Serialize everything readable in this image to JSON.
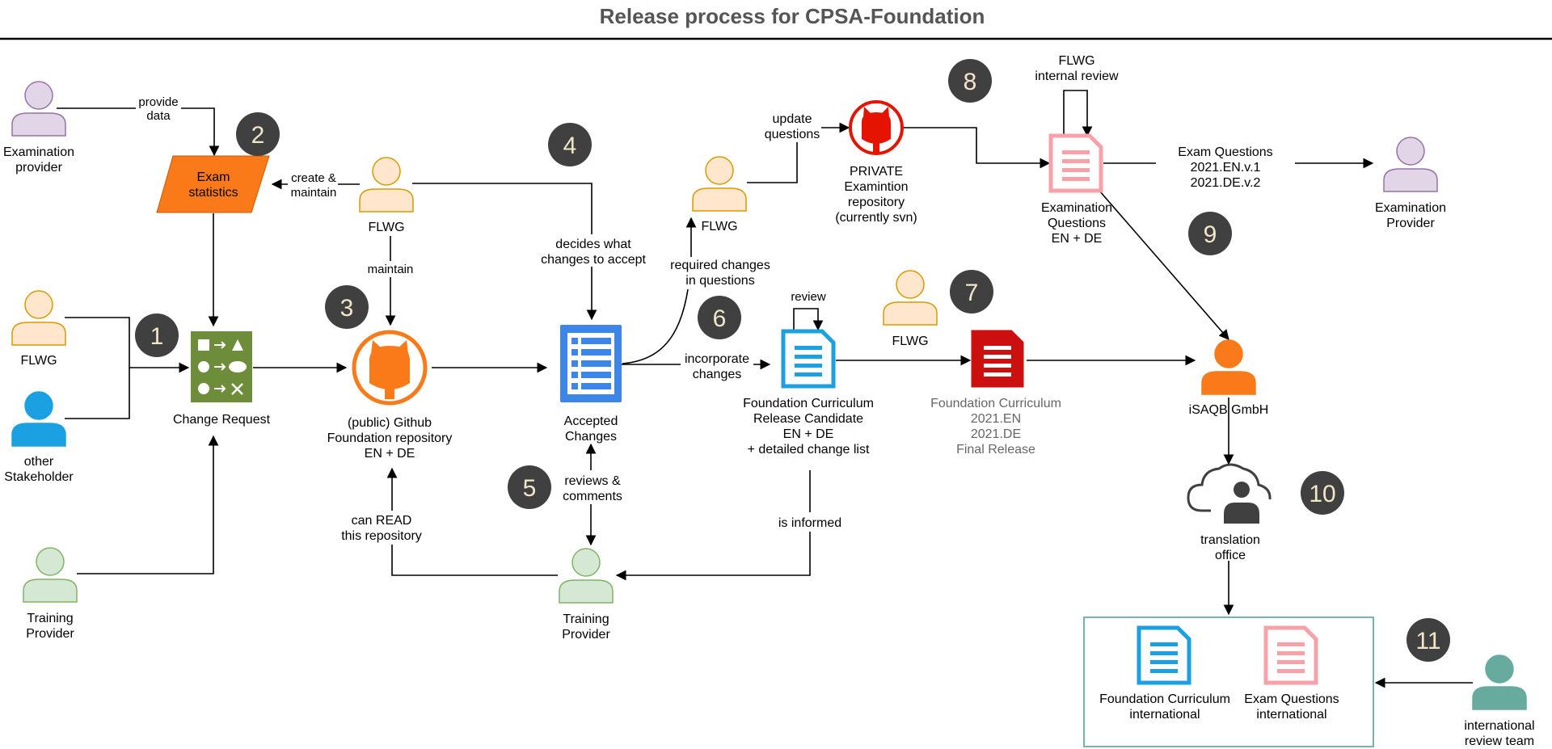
{
  "title": "Release process for CPSA-Foundation",
  "actors": {
    "exam_provider_top": [
      "Examination",
      "provider"
    ],
    "flwg_left": [
      "FLWG"
    ],
    "other_stakeholder": [
      "other",
      "Stakeholder"
    ],
    "training_provider_left": [
      "Training",
      "Provider"
    ],
    "flwg_mid": [
      "FLWG"
    ],
    "flwg_q": [
      "FLWG"
    ],
    "flwg_final": [
      "FLWG"
    ],
    "training_provider_mid": [
      "Training",
      "Provider"
    ],
    "isaqb": [
      "iSAQB GmbH"
    ],
    "exam_provider_right": [
      "Examination",
      "Provider"
    ],
    "intl_review": [
      "international",
      "review team"
    ]
  },
  "nodes": {
    "exam_statistics": [
      "Exam",
      "statistics"
    ],
    "change_request": [
      "Change Request"
    ],
    "github_repo": [
      "(public) Github",
      "Foundation repository",
      "EN + DE"
    ],
    "accepted_changes": [
      "Accepted",
      "Changes"
    ],
    "private_repo": [
      "PRIVATE",
      "Examintion",
      "repository",
      "(currently svn)"
    ],
    "exam_questions": [
      "Examination",
      "Questions",
      "EN + DE"
    ],
    "release_candidate": [
      "Foundation Curriculum",
      "Release Candidate",
      "EN + DE",
      "+ detailed change list"
    ],
    "final_release": [
      "Foundation Curriculum",
      "2021.EN",
      "2021.DE",
      "Final Release"
    ],
    "translation_office": [
      "translation",
      "office"
    ],
    "fc_international": [
      "Foundation Curriculum",
      "international"
    ],
    "eq_international": [
      "Exam Questions",
      "international"
    ]
  },
  "edge_labels": {
    "provide_data": [
      "provide",
      "data"
    ],
    "create_maintain": [
      "create &",
      "maintain"
    ],
    "maintain": [
      "maintain"
    ],
    "decides": [
      "decides what",
      "changes to accept"
    ],
    "update_questions": [
      "update",
      "questions"
    ],
    "required_changes": [
      "required changes",
      "in questions"
    ],
    "incorporate": [
      "incorporate",
      "changes"
    ],
    "review": [
      "review"
    ],
    "flwg_internal_review": [
      "FLWG",
      "internal review"
    ],
    "exam_questions_versions": [
      "Exam Questions",
      "2021.EN.v.1",
      "2021.DE.v.2"
    ],
    "reviews_comments": [
      "reviews &",
      "comments"
    ],
    "can_read": [
      "can READ",
      "this repository"
    ],
    "is_informed": [
      "is informed"
    ]
  },
  "steps": [
    "1",
    "2",
    "3",
    "4",
    "5",
    "6",
    "7",
    "8",
    "9",
    "10",
    "11"
  ],
  "colors": {
    "flwg_fill": "#ffe6cc",
    "flwg_stroke": "#d79b00",
    "exam_fill": "#e1d5e7",
    "exam_stroke": "#9673a6",
    "training_fill": "#d5e8d4",
    "training_stroke": "#82b366",
    "stakeholder": "#1ba1e2",
    "isaqb": "#fa7a1a",
    "intl": "#67ab9f",
    "github": "#fa7a1a",
    "github_private": "#e51400",
    "doc_blue": "#1ba1e2",
    "doc_pink": "#f8a1a8",
    "doc_red": "#cc1010",
    "accepted": "#3d85e6",
    "change_request": "#6d8d3a",
    "exam_statistics": "#fa7a1a",
    "step_badge": "#404040"
  }
}
